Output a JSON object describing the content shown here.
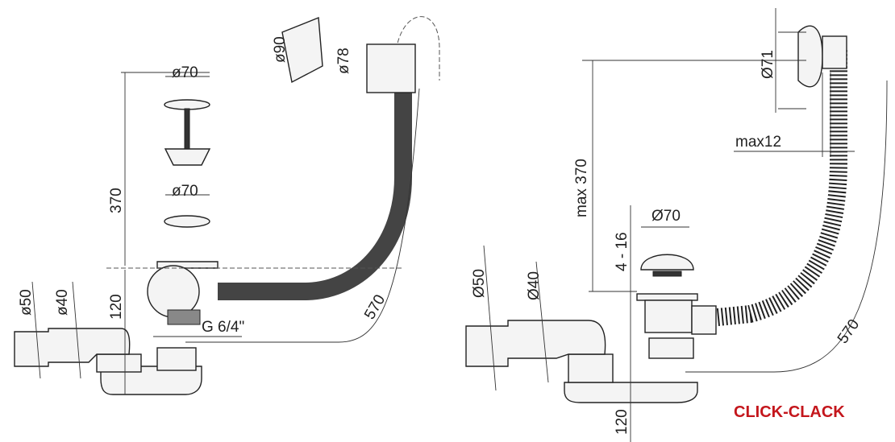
{
  "left_drawing": {
    "labels": {
      "overflow_cover_dia": "ø90",
      "overflow_body_dia": "ø78",
      "plug_top_dia": "ø70",
      "plug_mid_dia": "ø70",
      "height_370": "370",
      "height_120": "120",
      "outlet_dia_50": "ø50",
      "outlet_dia_40": "ø40",
      "thread": "G 6/4\"",
      "hose_length": "570"
    }
  },
  "right_drawing": {
    "labels": {
      "overflow_dia": "Ø71",
      "max_wall": "max12",
      "max_height": "max 370",
      "tub_thickness": "4 - 16",
      "plug_dia": "Ø70",
      "outlet_dia_50": "Ø50",
      "outlet_dia_40": "Ø40",
      "hose_length": "570",
      "height_120": "120"
    },
    "brand_label": "CLICK-CLACK",
    "brand_color": "#c4161c"
  }
}
